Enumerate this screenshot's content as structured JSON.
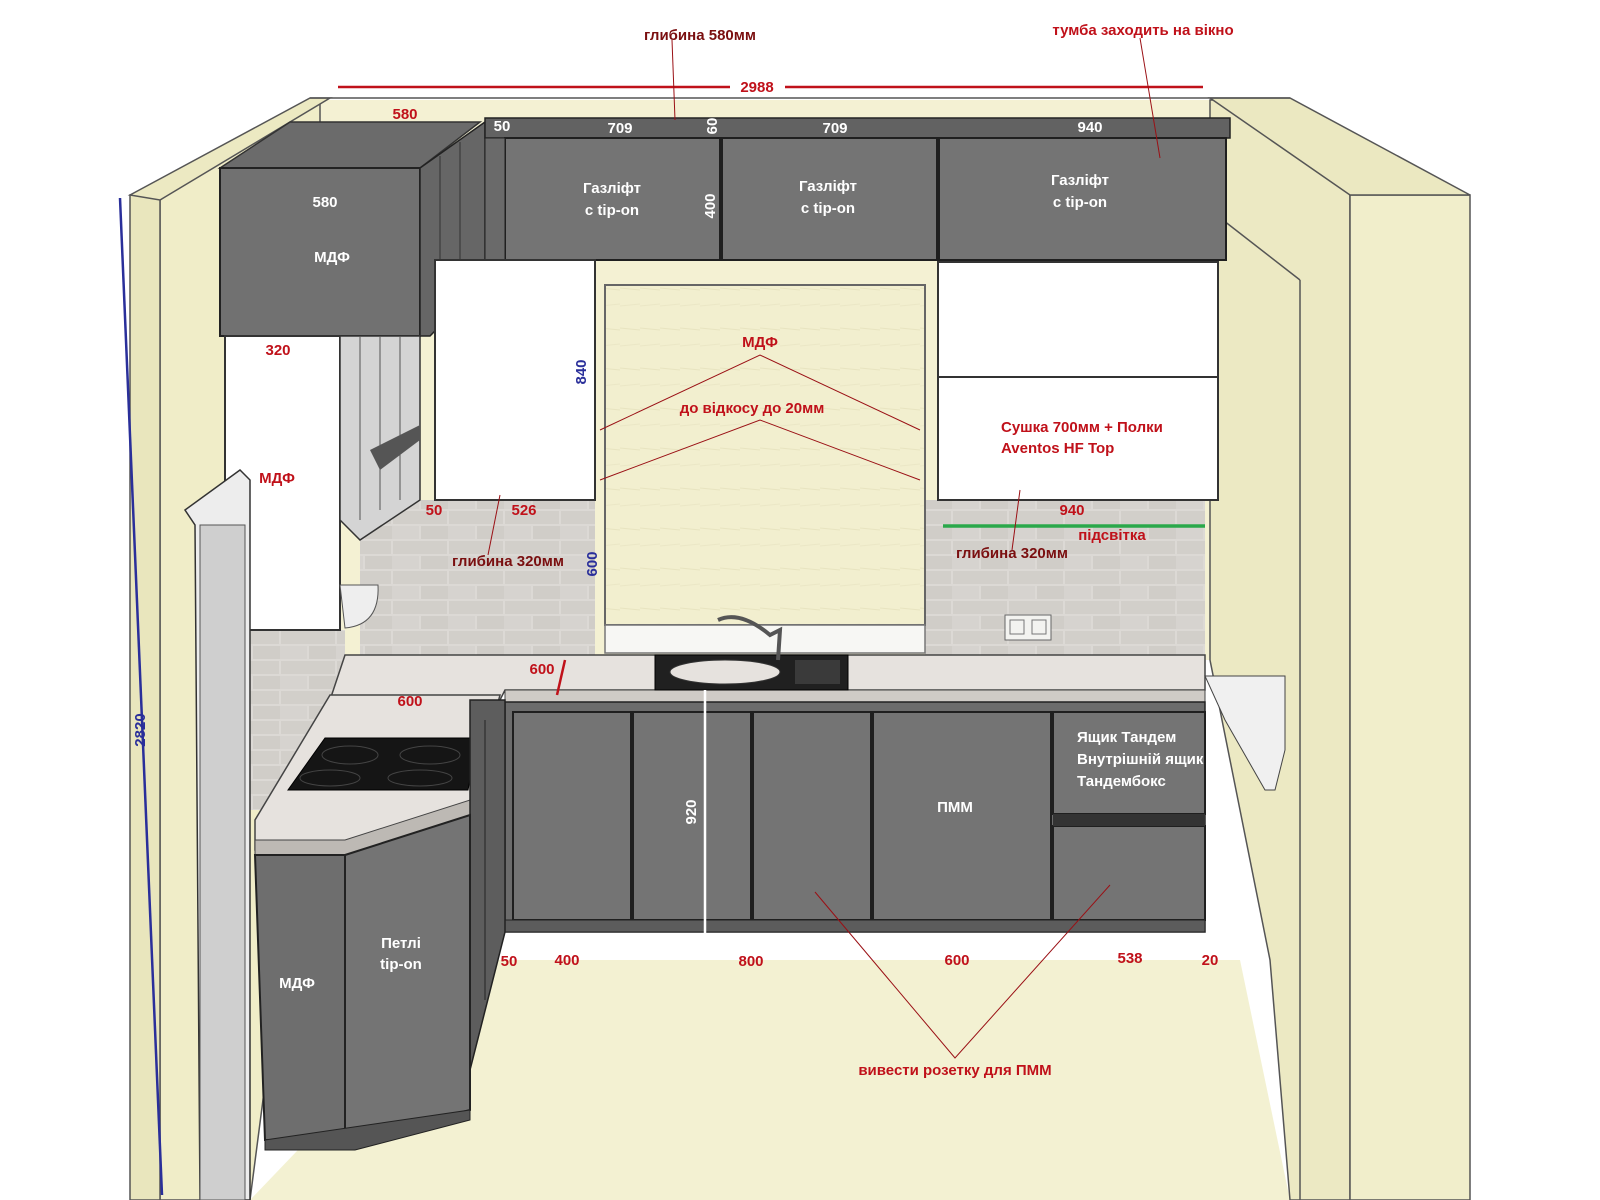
{
  "colors": {
    "wall": "#f1efc9",
    "wall_side": "#e6e3b8",
    "floor": "#f3f1d2",
    "cabinet_dark": "#6e6e6e",
    "cabinet_white": "#ffffff",
    "countertop": "#e8e4df",
    "tile": "#d9d6d2",
    "dimension_red": "#c0111a",
    "dimension_blue": "#2a2f9a",
    "led_green": "#2aa84a"
  },
  "notes": {
    "depth_top": "глибина 580мм",
    "window_note": "тумба заходить на вікно",
    "slope_note": "до відкосу до 20мм",
    "dryer_line1": "Сушка 700мм + Полки",
    "dryer_line2": "Aventos HF Top",
    "depth_left": "глибина 320мм",
    "depth_right": "глибина 320мм",
    "lighting": "підсвітка",
    "socket_note": "вивести розетку для ПММ"
  },
  "labels": {
    "mdf_top_left": "МДФ",
    "mdf_window": "МДФ",
    "mdf_left_wall": "МДФ",
    "mdf_bottom": "МДФ",
    "gaslift1_l1": "Газліфт",
    "gaslift1_l2": "с tip-on",
    "gaslift2_l1": "Газліфт",
    "gaslift2_l2": "с tip-on",
    "gaslift3_l1": "Газліфт",
    "gaslift3_l2": "с tip-on",
    "hinges_l1": "Петлі",
    "hinges_l2": "tip-on",
    "dishwasher": "ПММ",
    "tandem_l1": "Ящик Тандем",
    "tandem_l2": "Внутрішній ящик",
    "tandem_l3": "Тандембокс"
  },
  "dimensions": {
    "total_width": "2988",
    "height_total": "2820",
    "top_580_a": "580",
    "top_580_b": "580",
    "top_50": "50",
    "top_709_a": "709",
    "top_60": "60",
    "top_709_b": "709",
    "top_940": "940",
    "upper_400": "400",
    "side_320": "320",
    "upper_840": "840",
    "mid_50": "50",
    "mid_526": "526",
    "mid_600": "600",
    "right_940": "940",
    "counter_600_a": "600",
    "counter_600_b": "600",
    "base_920": "920",
    "base_50": "50",
    "base_400": "400",
    "base_800": "800",
    "base_600": "600",
    "base_538": "538",
    "base_20": "20"
  }
}
